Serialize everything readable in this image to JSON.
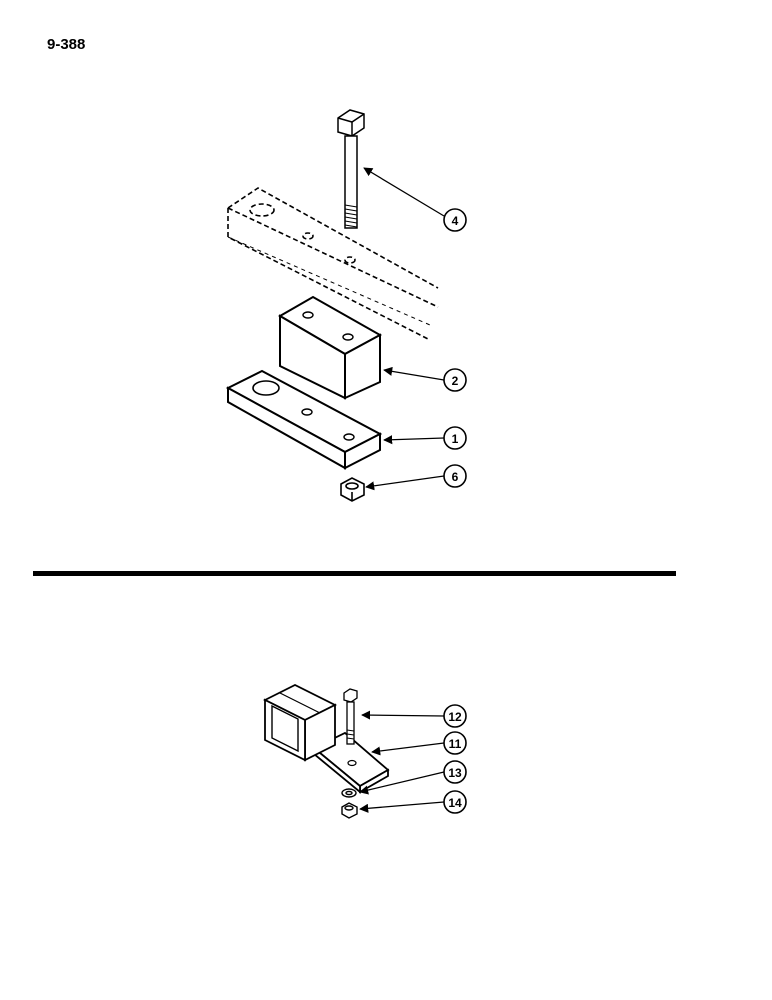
{
  "page": {
    "number": "9-388"
  },
  "colors": {
    "ink": "#000000",
    "paper": "#ffffff"
  },
  "top_assembly": {
    "callouts": [
      {
        "id": "4",
        "label": "4"
      },
      {
        "id": "2",
        "label": "2"
      },
      {
        "id": "1",
        "label": "1"
      },
      {
        "id": "6",
        "label": "6"
      }
    ]
  },
  "bottom_assembly": {
    "callouts": [
      {
        "id": "12",
        "label": "12"
      },
      {
        "id": "11",
        "label": "11"
      },
      {
        "id": "13",
        "label": "13"
      },
      {
        "id": "14",
        "label": "14"
      }
    ]
  }
}
